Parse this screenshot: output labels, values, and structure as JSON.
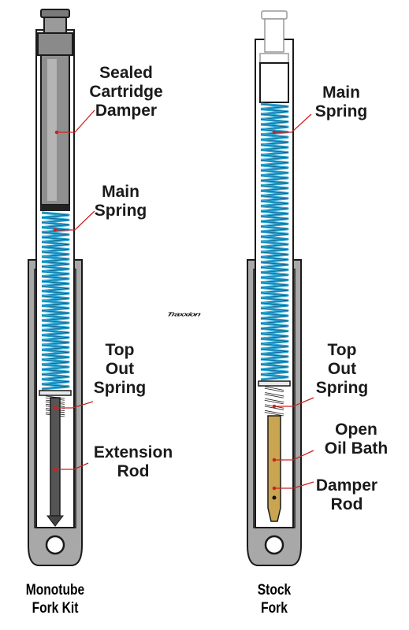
{
  "colors": {
    "spring": "#2ea8d8",
    "outline": "#1a1a1a",
    "cartridge": "#8f8f8f",
    "tube_fill": "#c8c8c8",
    "rod_dark": "#555555",
    "damper_rod": "#c9a451",
    "leader": "#cc2222"
  },
  "left_fork": {
    "caption_line1": "Monotube",
    "caption_line2": "Fork Kit",
    "labels": {
      "cartridge": [
        "Sealed",
        "Cartridge",
        "Damper"
      ],
      "main_spring": [
        "Main",
        "Spring"
      ],
      "top_out": [
        "Top",
        "Out",
        "Spring"
      ],
      "extension_rod": [
        "Extension",
        "Rod"
      ]
    }
  },
  "right_fork": {
    "caption_line1": "Stock",
    "caption_line2": "Fork",
    "labels": {
      "main_spring": [
        "Main",
        "Spring"
      ],
      "top_out": [
        "Top",
        "Out",
        "Spring"
      ],
      "oil_bath": [
        "Open",
        "Oil Bath"
      ],
      "damper_rod": [
        "Damper",
        "Rod"
      ]
    }
  },
  "watermark": "Traxxion"
}
